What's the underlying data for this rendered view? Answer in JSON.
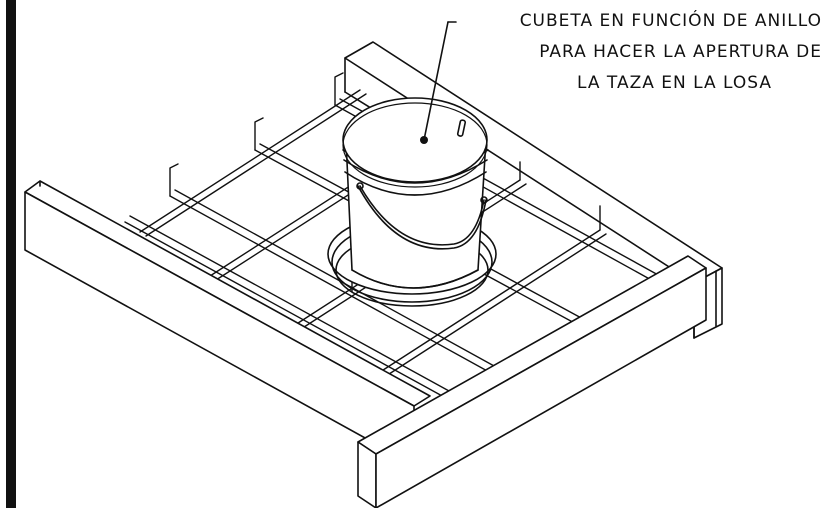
{
  "annotation": {
    "line1": "CUBETA EN FUNCIÓN DE ANILLO",
    "line2": "PARA HACER LA APERTURA DE",
    "line3": "LA TAZA EN LA LOSA"
  },
  "colors": {
    "stroke": "#111111",
    "background": "#ffffff"
  }
}
